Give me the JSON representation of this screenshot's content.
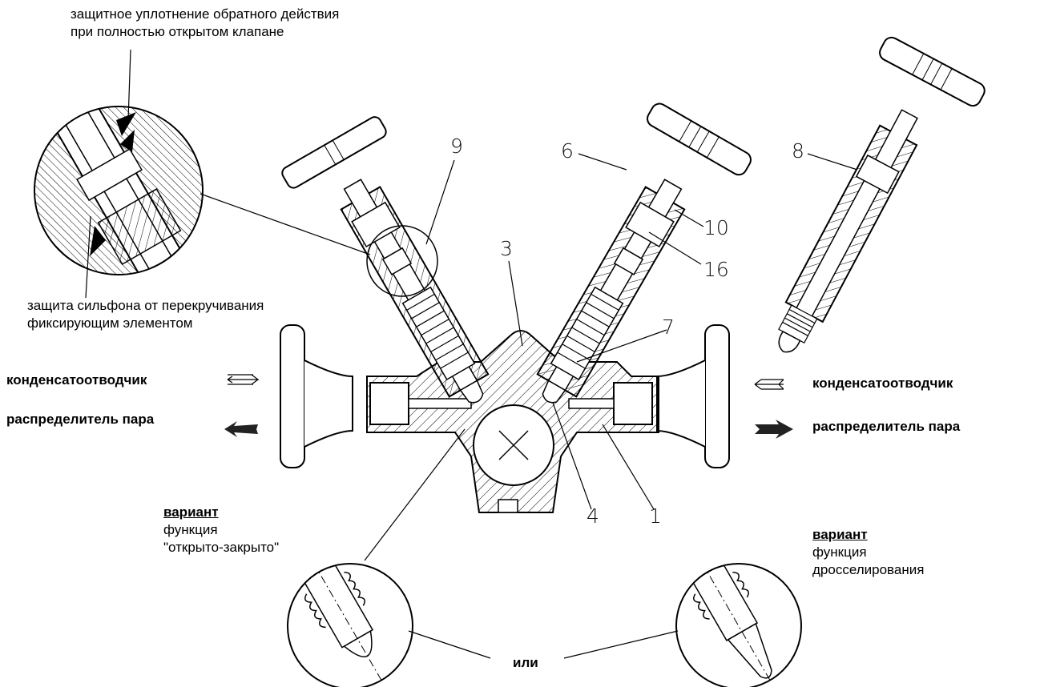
{
  "annotations": {
    "top_line1": "защитное уплотнение обратного действия",
    "top_line2": "при полностью открытом клапане",
    "bellows_line1": "защита сильфона от перекручивания",
    "bellows_line2": "фиксирующим элементом"
  },
  "flows": {
    "left_condensate": "конденсатоотводчик",
    "left_steam": "распределитель пара",
    "right_condensate": "конденсатоотводчик",
    "right_steam": "распределитель пара"
  },
  "variants": {
    "left_heading": "вариант",
    "left_line1": "функция",
    "left_line2": "\"открыто-закрыто\"",
    "right_heading": "вариант",
    "right_line1": "функция",
    "right_line2": "дросселирования",
    "or_label": "или"
  },
  "part_numbers": [
    "9",
    "6",
    "8",
    "10",
    "16",
    "3",
    "7",
    "4",
    "1"
  ]
}
